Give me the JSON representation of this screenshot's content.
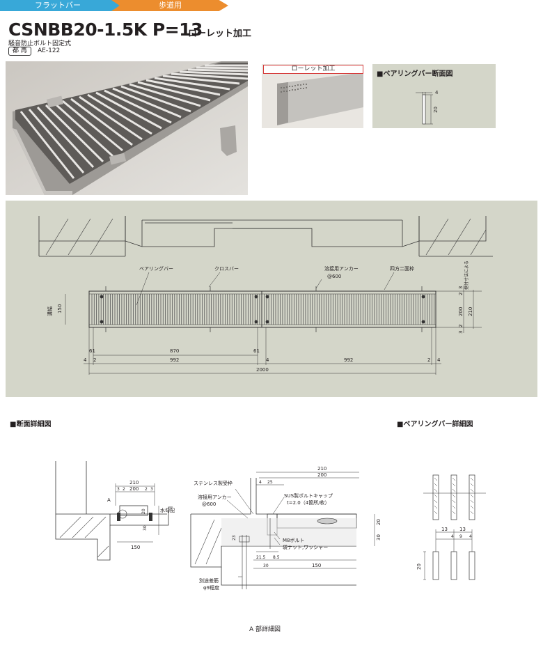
{
  "header": {
    "tab_category": "フラットバー",
    "tab_subcategory": "歩道用",
    "product_code": "CSNBB20-1.5K P=13",
    "product_finish": "ローレット加工",
    "description": "騒音防止ボルト固定式",
    "badge_label": "都 再",
    "badge_code": "AE-122"
  },
  "panels": {
    "knurl_label": "ローレット加工",
    "bearing_section_title": "■ベアリングバー断面図",
    "bearing_section_dims": {
      "width": "4",
      "height": "20"
    }
  },
  "plan": {
    "labels": {
      "bearing_bar": "ベアリングバー",
      "cross_bar": "クロスバー",
      "weld_anchor": "溶接用アンカー",
      "weld_anchor_pitch": "@600",
      "frame": "四方二面枠",
      "gutter_width": "溝幅",
      "install_dim": "据付寸法による"
    },
    "dims": {
      "gutter": "150",
      "d61_left": "61",
      "d870": "870",
      "d61_mid": "61",
      "d4_left": "4",
      "d2_left": "2",
      "d992_left": "992",
      "d4_mid": "4",
      "d992_right": "992",
      "d2_right": "2",
      "d4_right": "4",
      "d2000": "2000",
      "r3_top": "3",
      "r2_top": "2",
      "r200": "200",
      "r210": "210",
      "r2_bot": "2",
      "r3_bot": "3"
    }
  },
  "section_detail": {
    "title": "■断面詳細図",
    "dims": {
      "d210": "210",
      "d3a": "3",
      "d2": "2",
      "d200": "200",
      "d2b": "2",
      "d3b": "3",
      "d20": "20",
      "d30": "30",
      "d150": "150"
    },
    "labels": {
      "a": "A",
      "drain": "水勾配"
    }
  },
  "a_detail": {
    "caption": "A 部詳細図",
    "labels": {
      "stainless_seat": "ステンレス製受枠",
      "weld_anchor": "溶接用アンカー",
      "weld_anchor_pitch": "@600",
      "bolt_cap": "SUS製ボルトキャップ",
      "bolt_cap_spec": "t=2.0（4箇所/枚）",
      "m8_bolt": "M8ボルト",
      "nut_washer": "袋ナット,ワッシャー",
      "rebar": "別途差筋",
      "rebar_spec": "φ9程度"
    },
    "dims": {
      "d210": "210",
      "d200": "200",
      "d4": "4",
      "d25": "25",
      "d20": "20",
      "d30": "30",
      "d23": "23",
      "d21_5": "21.5",
      "d8_5": "8.5",
      "d30b": "30",
      "d150": "150"
    }
  },
  "bearing_detail": {
    "title": "■ベアリングバー詳細図",
    "dims": {
      "d13a": "13",
      "d13b": "13",
      "d4a": "4",
      "d9": "9",
      "d4b": "4",
      "d20": "20"
    }
  }
}
